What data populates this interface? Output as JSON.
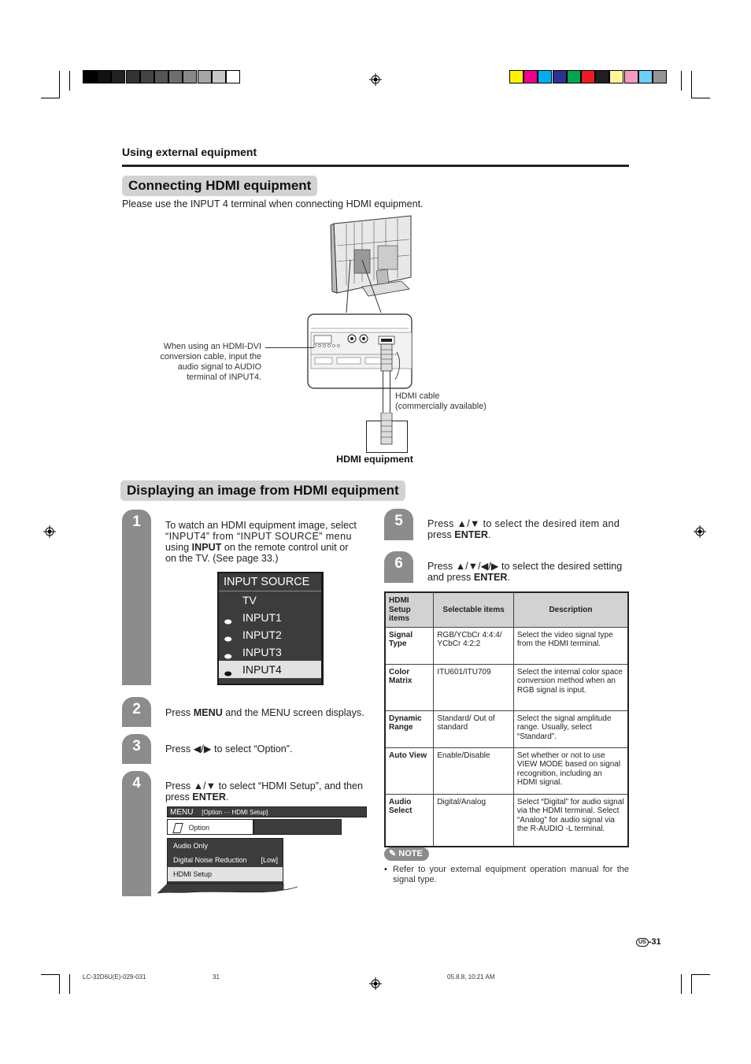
{
  "header": {
    "section": "Using external equipment"
  },
  "connect": {
    "title": "Connecting HDMI equipment",
    "intro": "Please use the INPUT 4 terminal when connecting HDMI equipment.",
    "note_dvi_1": "When using an HDMI-DVI",
    "note_dvi_2": "conversion cable, input the",
    "note_dvi_3": "audio signal to AUDIO",
    "note_dvi_4": "terminal of INPUT4.",
    "cable_1": "HDMI cable",
    "cable_2": "(commercially available)",
    "equipment_label": "HDMI equipment"
  },
  "display": {
    "title": "Displaying an image from HDMI equipment",
    "step1": {
      "num": "1",
      "line1": "To watch an HDMI equipment image, select",
      "line2": "“INPUT4” from “INPUT SOURCE” menu",
      "line3a": "using ",
      "line3b": "INPUT",
      "line3c": " on the remote control unit or",
      "line4": "on the TV. (See page 33.)"
    },
    "input_menu": {
      "title": "INPUT SOURCE",
      "items": [
        "TV",
        "INPUT1",
        "INPUT2",
        "INPUT3",
        "INPUT4"
      ]
    },
    "step2": {
      "num": "2",
      "a": "Press ",
      "b": "MENU",
      "c": " and the MENU screen displays."
    },
    "step3": {
      "num": "3",
      "text": "Press ◀/▶ to select “Option”."
    },
    "step4": {
      "num": "4",
      "a": "Press ▲/▼ to select “HDMI Setup”, and then",
      "b": "press ",
      "c": "ENTER",
      "d": "."
    },
    "option_menu": {
      "menu_label": "MENU",
      "path": "[Option ··· HDMI Setup]",
      "option_label": "Option",
      "items": [
        "Audio Only",
        "Digital Noise Reduction",
        "HDMI Setup"
      ],
      "dnr_value": "[Low]"
    },
    "step5": {
      "num": "5",
      "a": "Press ▲/▼ to select the desired item and",
      "b": "press ",
      "c": "ENTER",
      "d": "."
    },
    "step6": {
      "num": "6",
      "a": "Press ▲/▼/◀/▶ to select the desired setting",
      "b": "and press ",
      "c": "ENTER",
      "d": "."
    }
  },
  "table": {
    "headers": [
      "HDMI Setup items",
      "Selectable items",
      "Description"
    ],
    "rows": [
      {
        "item": "Signal Type",
        "options": "RGB/YCbCr 4:4:4/ YCbCr 4:2:2",
        "desc": "Select the video signal type from the HDMI terminal."
      },
      {
        "item": "Color Matrix",
        "options": "ITU601/ITU709",
        "desc": "Select the internal color space conversion method when an RGB signal is input."
      },
      {
        "item": "Dynamic Range",
        "options": "Standard/ Out of standard",
        "desc": "Select the signal amplitude range. Usually, select “Standard”."
      },
      {
        "item": "Auto View",
        "options": "Enable/Disable",
        "desc": "Set whether or not to use VIEW MODE based on signal recognition, including an HDMI signal."
      },
      {
        "item": "Audio Select",
        "options": "Digital/Analog",
        "desc": "Select “Digital” for audio signal via the HDMI terminal. Select “Analog” for audio signal via the R-AUDIO -L terminal."
      }
    ]
  },
  "note": {
    "label": "NOTE",
    "text": "Refer to your external equipment operation manual for the signal type."
  },
  "footer": {
    "page_badge": "US",
    "page_num": "-31",
    "doc_id": "LC-32D6U(E)-029-031",
    "sheet": "31",
    "timestamp": "05.8.8, 10:21 AM"
  },
  "colors": {
    "gray_swatches": [
      "#000000",
      "#111111",
      "#222222",
      "#333333",
      "#444444",
      "#555555",
      "#6e6e6e",
      "#888888",
      "#a5a5a5",
      "#c8c8c8",
      "#ffffff"
    ],
    "color_swatches": [
      "#fff200",
      "#ec008c",
      "#00aeef",
      "#2e3192",
      "#00a651",
      "#ed1c24",
      "#231f20",
      "#fff799",
      "#f49ac1",
      "#6dcff6",
      "#959595"
    ],
    "step_bar": "#8c8c8c",
    "section_bg": "#d2d2d2"
  }
}
